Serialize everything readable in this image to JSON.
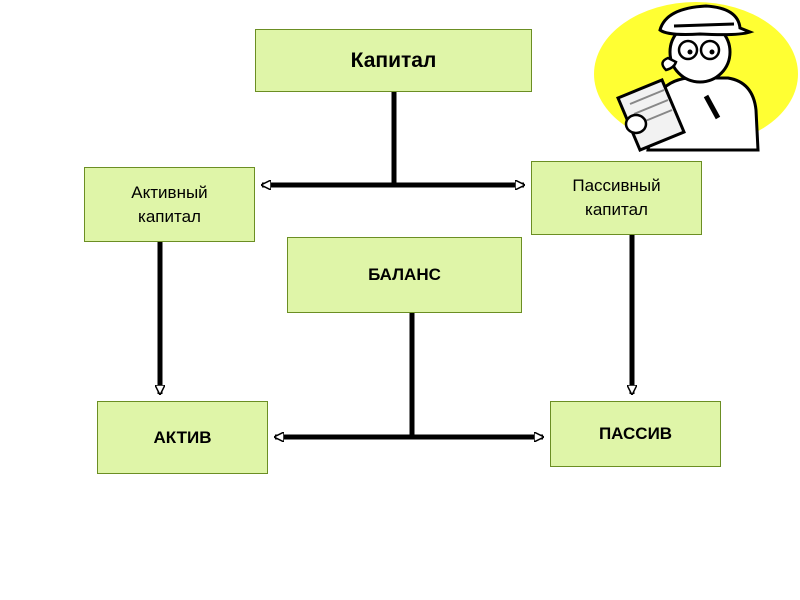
{
  "diagram": {
    "nodes": {
      "kapital": "Капитал",
      "active_capital": "Активный\nкапитал",
      "passive_capital": "Пассивный\nкапитал",
      "balance": "БАЛАНС",
      "aktiv": "АКТИВ",
      "passiv": "ПАССИВ"
    },
    "colors": {
      "box_fill": "#dff5a8",
      "box_border": "#6b8e23",
      "arrow": "#000000",
      "illustration_bg": "#ffff33"
    },
    "illustration": "detective-with-clipboard"
  }
}
